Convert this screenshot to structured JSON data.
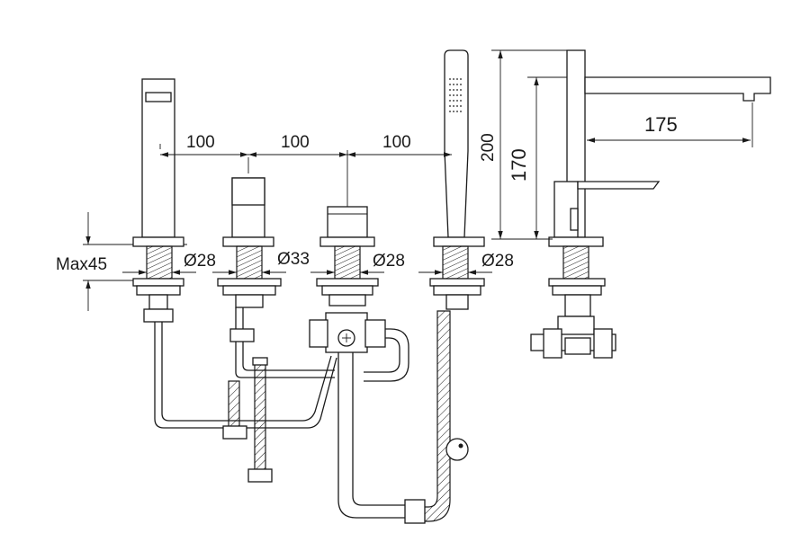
{
  "dimensions": {
    "spacing_1": "100",
    "spacing_2": "100",
    "spacing_3": "100",
    "max_deck": "Max45",
    "dia_1": "Ø28",
    "dia_2": "Ø33",
    "dia_3": "Ø28",
    "dia_4": "Ø28",
    "height_total": "200",
    "height_spout": "170",
    "reach": "175"
  },
  "colors": {
    "line": "#1a1a1a",
    "background": "#ffffff"
  }
}
